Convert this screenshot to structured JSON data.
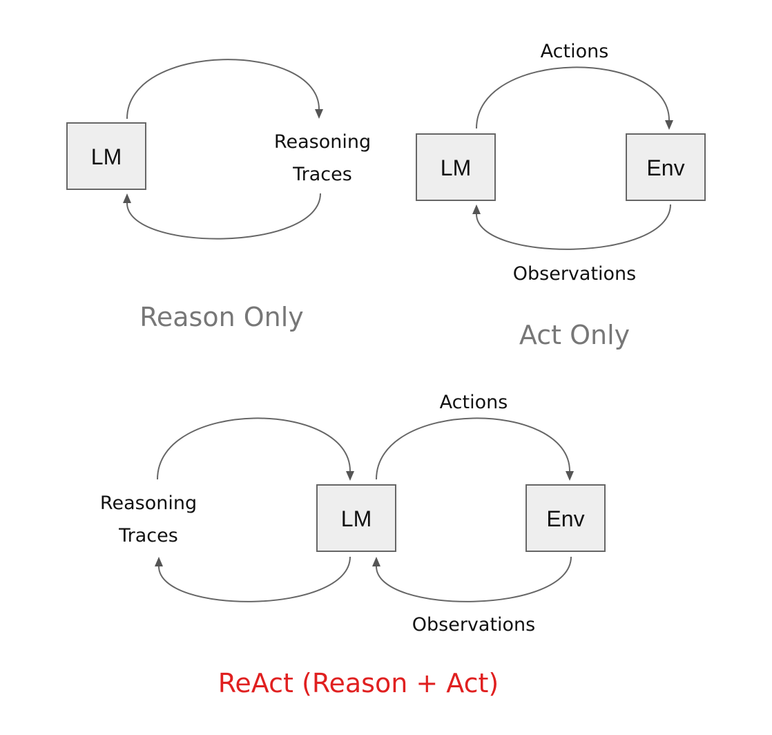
{
  "colors": {
    "box_fill": "#eeeeee",
    "box_border": "#666666",
    "arrow": "#555555",
    "caption_gray": "#777777",
    "caption_accent": "#e02020"
  },
  "panels": {
    "reason_only": {
      "lm_label": "LM",
      "reasoning_line1": "Reasoning",
      "reasoning_line2": "Traces",
      "caption": "Reason Only"
    },
    "act_only": {
      "lm_label": "LM",
      "env_label": "Env",
      "actions_label": "Actions",
      "observations_label": "Observations",
      "caption": "Act Only"
    },
    "react": {
      "lm_label": "LM",
      "env_label": "Env",
      "reasoning_line1": "Reasoning",
      "reasoning_line2": "Traces",
      "actions_label": "Actions",
      "observations_label": "Observations",
      "caption": "ReAct (Reason + Act)"
    }
  }
}
